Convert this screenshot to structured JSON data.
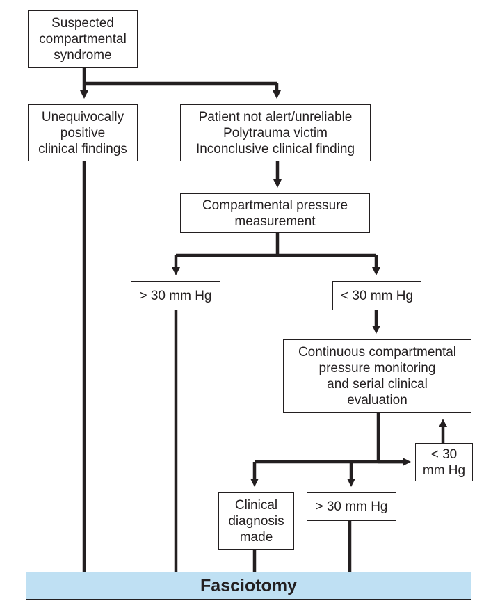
{
  "nodes": {
    "suspected": [
      "Suspected",
      "compartmental",
      "syndrome"
    ],
    "positive": [
      "Unequivocally",
      "positive",
      "clinical findings"
    ],
    "unreliable": [
      "Patient not alert/unreliable",
      "Polytrauma victim",
      "Inconclusive clinical finding"
    ],
    "measurement": [
      "Compartmental pressure",
      "measurement"
    ],
    "gt30_a": [
      "> 30 mm Hg"
    ],
    "lt30_a": [
      "< 30 mm Hg"
    ],
    "monitoring": [
      "Continuous compartmental",
      "pressure monitoring",
      "and serial clinical",
      "evaluation"
    ],
    "lt30_b": [
      "< 30",
      "mm Hg"
    ],
    "clinical_dx": [
      "Clinical",
      "diagnosis",
      "made"
    ],
    "gt30_b": [
      "> 30 mm Hg"
    ],
    "fasciotomy": [
      "Fasciotomy"
    ]
  },
  "colors": {
    "line": "#231f20",
    "final_fill": "#bfe0f3"
  }
}
